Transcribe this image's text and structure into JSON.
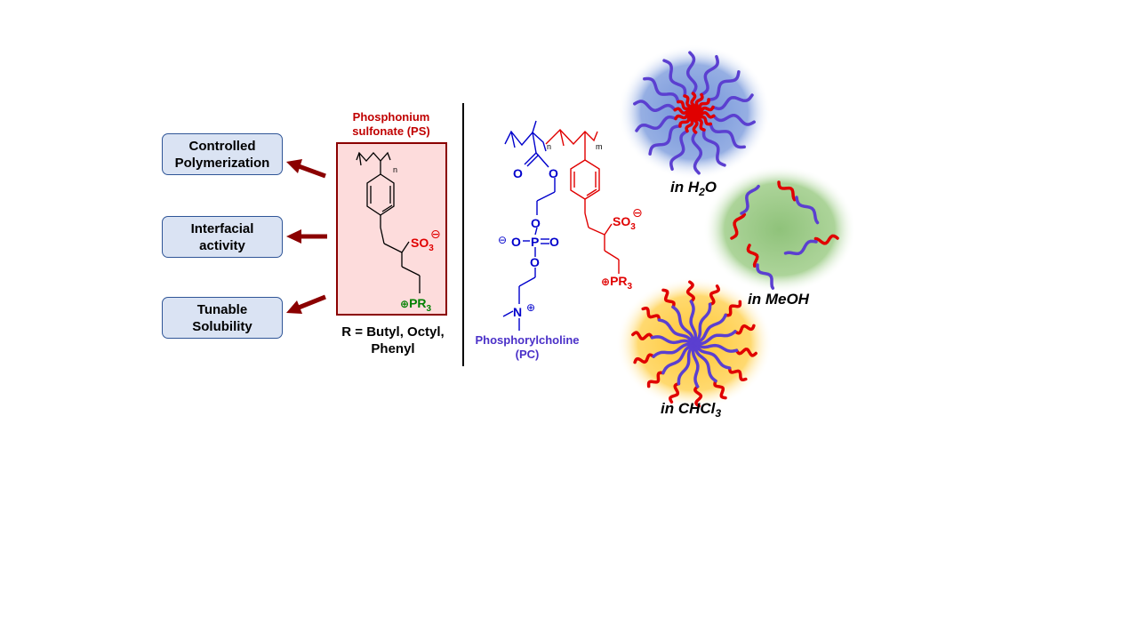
{
  "properties": [
    {
      "label": "Controlled\nPolymerization"
    },
    {
      "label": "Interfacial\nactivity"
    },
    {
      "label": "Tunable\nSolubility"
    }
  ],
  "ps_monomer": {
    "title": "Phosphonium\nsulfonate (PS)",
    "n": "n",
    "so3": "SO",
    "so3_sub": "3",
    "pr3_charge": "⊕",
    "pr3": "PR",
    "pr3_sub": "3",
    "anion_charge": "⊖",
    "r_groups": "R = Butyl, Octyl,\nPhenyl"
  },
  "copolymer": {
    "n": "n",
    "m": "m",
    "o_carbonyl": "O",
    "o_ester": "O",
    "o_p1": "O",
    "o_minus": "⊖",
    "o_left": "O",
    "p": "P",
    "o_double": "O",
    "o_p2": "O",
    "n_atom": "N",
    "n_charge": "⊕",
    "so3": "SO",
    "so3_sub": "3",
    "so3_charge": "⊖",
    "pr3_charge": "⊕",
    "pr3": "PR",
    "pr3_sub": "3",
    "pc_label": "Phosphorylcholine\n(PC)"
  },
  "solvents": {
    "water": {
      "pre": "in H",
      "sub": "2",
      "post": "O"
    },
    "methanol": {
      "label": "in MeOH"
    },
    "chloroform": {
      "pre": "in CHCl",
      "sub": "3"
    }
  },
  "colors": {
    "ps_red": "#e00000",
    "pc_blue": "#0000cc",
    "dark_red": "#8b0000",
    "pc_purple": "#5b3fd0",
    "pr3_green": "#008000",
    "box_fill": "#dae3f3",
    "box_border": "#2f5597",
    "ps_box_fill": "#fddcdc",
    "water_glow": "#7f9fdc",
    "meoh_glow": "#94c47a",
    "chcl3_glow": "#ffc933"
  }
}
